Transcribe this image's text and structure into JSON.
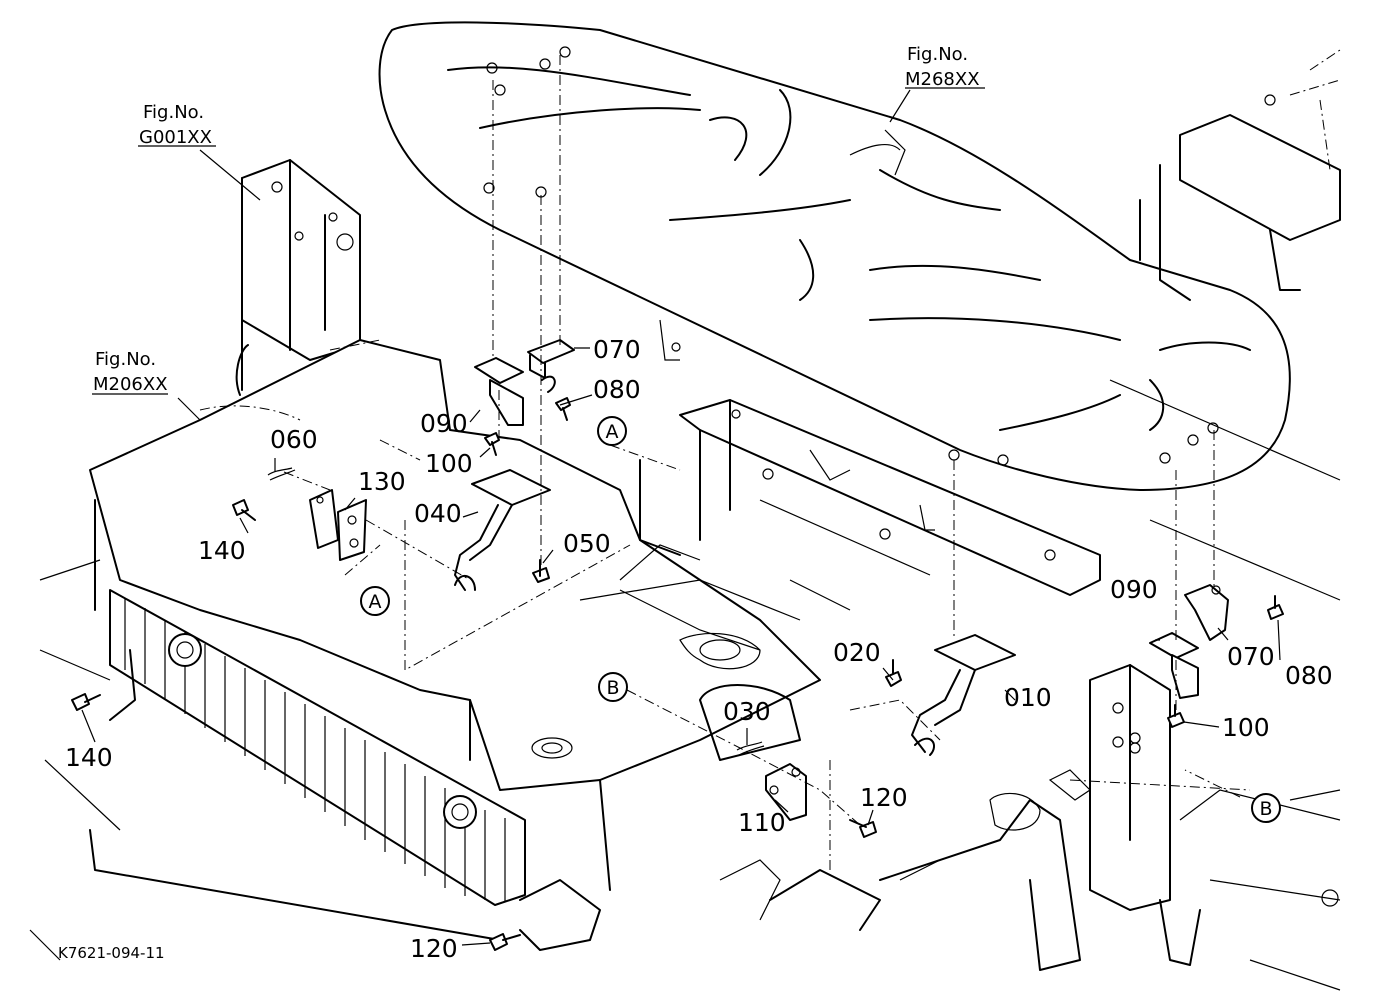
{
  "diagram": {
    "code": "K7621-094-11",
    "fig_refs": [
      {
        "line1": "Fig.No.",
        "line2": "M268XX"
      },
      {
        "line1": "Fig.No.",
        "line2": "G001XX"
      },
      {
        "line1": "Fig.No.",
        "line2": "M206XX"
      }
    ],
    "parts": {
      "p070a": "070",
      "p080a": "080",
      "p090a": "090",
      "p100a": "100",
      "p060": "060",
      "p130": "130",
      "p040": "040",
      "p050": "050",
      "p140a": "140",
      "p140b": "140",
      "p020": "020",
      "p010": "010",
      "p090b": "090",
      "p070b": "070",
      "p080b": "080",
      "p100b": "100",
      "p030": "030",
      "p110": "110",
      "p120a": "120",
      "p120b": "120"
    },
    "markers": {
      "a_top": "A",
      "a_left": "A",
      "b_center": "B",
      "b_right": "B"
    }
  }
}
